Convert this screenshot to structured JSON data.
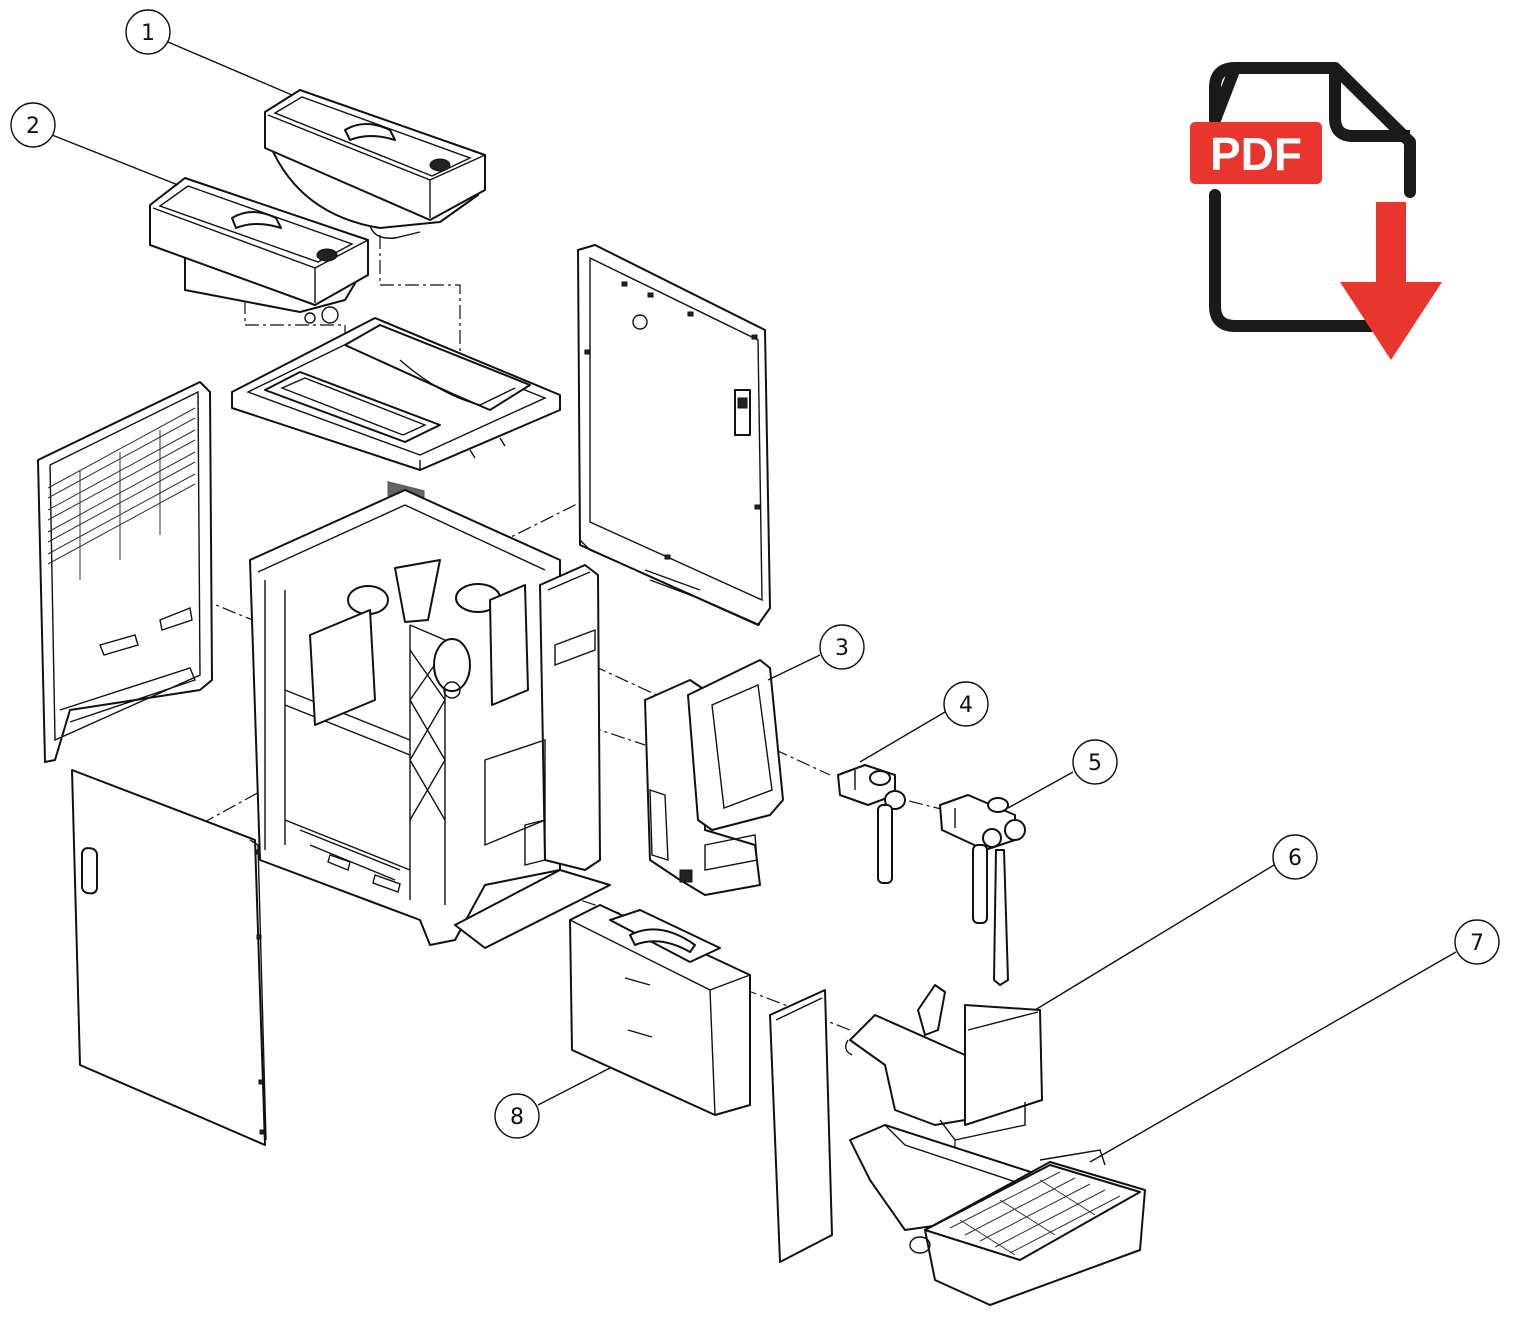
{
  "diagram": {
    "callouts": [
      {
        "id": "callout-1",
        "label": "1"
      },
      {
        "id": "callout-2",
        "label": "2"
      },
      {
        "id": "callout-3",
        "label": "3"
      },
      {
        "id": "callout-4",
        "label": "4"
      },
      {
        "id": "callout-5",
        "label": "5"
      },
      {
        "id": "callout-6",
        "label": "6"
      },
      {
        "id": "callout-7",
        "label": "7"
      },
      {
        "id": "callout-8",
        "label": "8"
      }
    ]
  },
  "pdf_download": {
    "label": "PDF",
    "badge_color": "#e8352e",
    "arrow_color": "#e8352e",
    "icon": "pdf-download-icon"
  }
}
